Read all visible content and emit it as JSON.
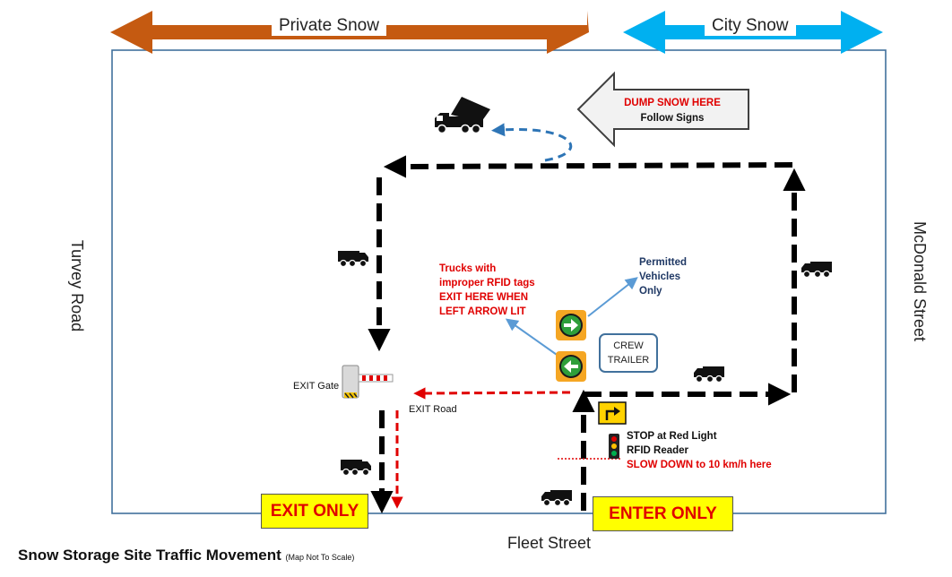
{
  "top": {
    "private_snow": "Private Snow",
    "city_snow": "City Snow",
    "colors": {
      "private": "#c55a11",
      "city": "#00b0f0"
    }
  },
  "streets": {
    "turvey": "Turvey Road",
    "mcdonald": "McDonald Street",
    "fleet": "Fleet Street"
  },
  "dump_sign": {
    "line1": "DUMP SNOW HERE",
    "line2": "Follow Signs"
  },
  "rfid_note": {
    "line1": "Trucks with",
    "line2": "improper RFID tags",
    "line3": "EXIT HERE WHEN",
    "line4": "LEFT ARROW LIT"
  },
  "permitted": {
    "line1": "Permitted",
    "line2": "Vehicles",
    "line3": "Only"
  },
  "crew_trailer": {
    "line1": "CREW",
    "line2": "TRAILER"
  },
  "exit_gate": "EXIT Gate",
  "exit_road": "EXIT Road",
  "entry_notes": {
    "stop": "STOP at Red Light",
    "rfid": "RFID Reader",
    "slow": "SLOW DOWN to 10 km/h here"
  },
  "exit_only": "EXIT ONLY",
  "enter_only": "ENTER ONLY",
  "footer": {
    "title": "Snow Storage Site Traffic Movement",
    "note": "(Map Not To Scale)"
  },
  "icons": [
    "dump-truck-icon",
    "truck-icon",
    "traffic-light-icon",
    "green-right-arrow-signal-icon",
    "green-left-arrow-signal-icon",
    "turn-right-sign-icon",
    "exit-gate-barrier-icon"
  ]
}
